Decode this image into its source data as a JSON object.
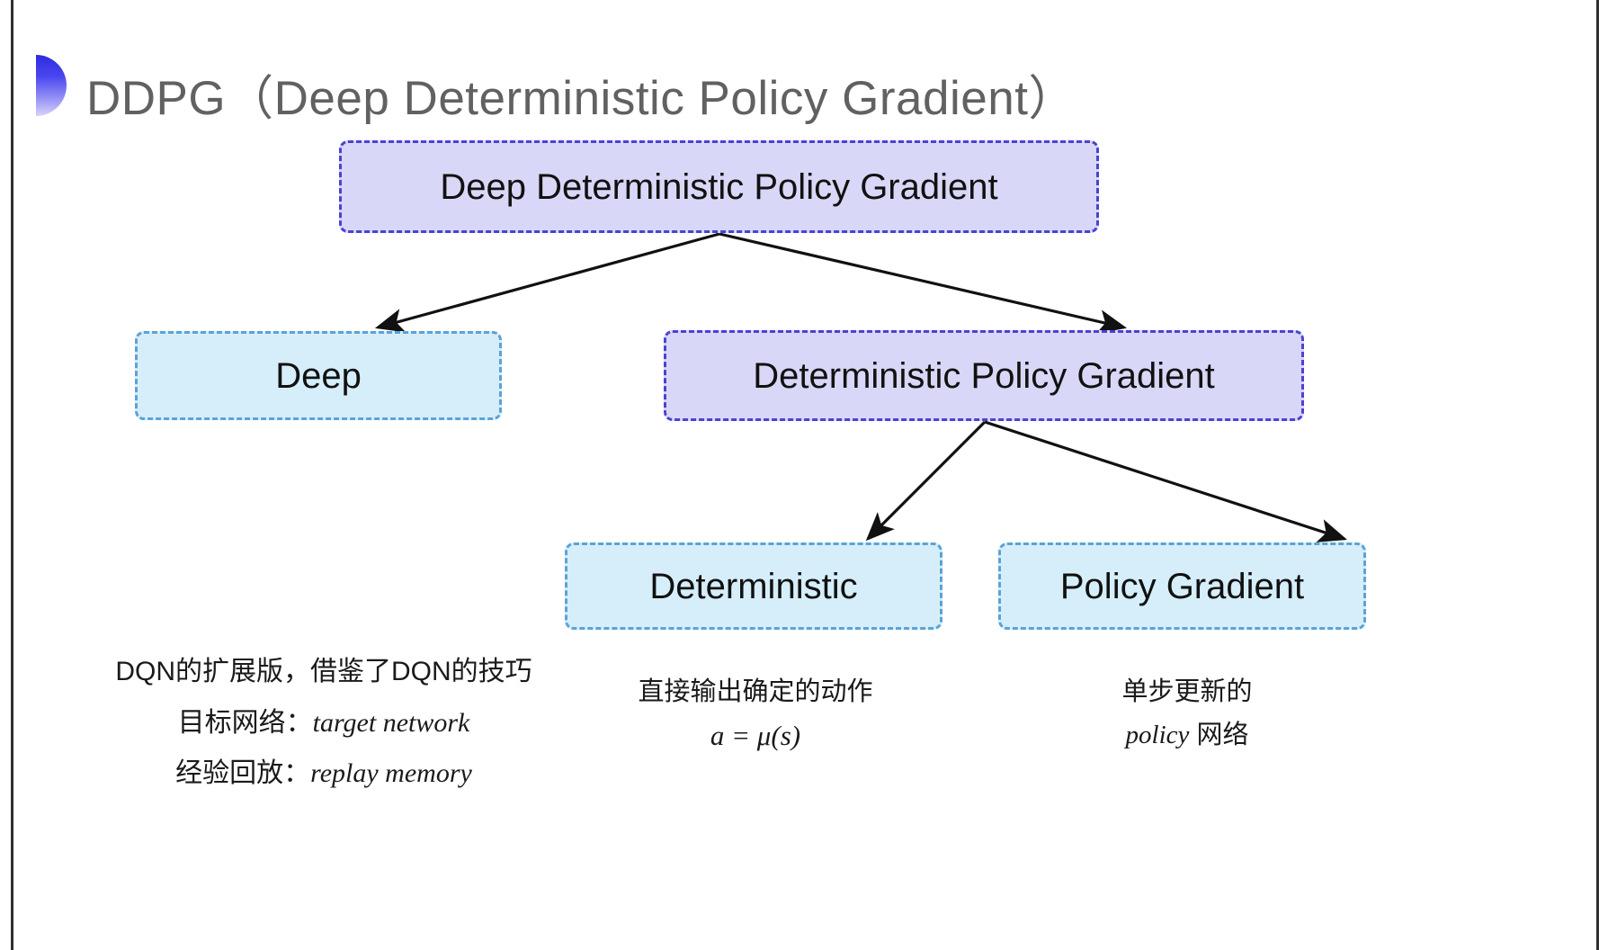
{
  "slide": {
    "title": "DDPG（Deep Deterministic Policy Gradient）",
    "background_color": "#ffffff",
    "frame_color": "#2f2f2f",
    "bullet_gradient_from": "#2b2be0",
    "bullet_gradient_to": "#d6d4fb",
    "title_color": "#616161"
  },
  "palette": {
    "purple_fill": "#d9d7f7",
    "purple_border": "#4a42d4",
    "cyan_fill": "#d5eefa",
    "cyan_border": "#5ba3d7",
    "arrow_color": "#111111"
  },
  "diagram": {
    "type": "tree",
    "nodes": [
      {
        "id": "root",
        "label": "Deep Deterministic Policy Gradient",
        "style": "purple",
        "level": 0
      },
      {
        "id": "deep",
        "label": "Deep",
        "style": "cyan",
        "level": 1
      },
      {
        "id": "dpg",
        "label": "Deterministic Policy Gradient",
        "style": "purple",
        "level": 1
      },
      {
        "id": "deterministic",
        "label": "Deterministic",
        "style": "cyan",
        "level": 2
      },
      {
        "id": "policy_gradient",
        "label": "Policy Gradient",
        "style": "cyan",
        "level": 2
      }
    ],
    "edges": [
      {
        "from": "root",
        "to": "deep"
      },
      {
        "from": "root",
        "to": "dpg"
      },
      {
        "from": "dpg",
        "to": "deterministic"
      },
      {
        "from": "dpg",
        "to": "policy_gradient"
      }
    ]
  },
  "captions": {
    "deep": {
      "lines": [
        "DQN的扩展版，借鉴了DQN的技巧",
        "目标网络：",
        "经验回放："
      ],
      "terms": [
        "target network",
        "replay memory"
      ]
    },
    "deterministic": {
      "line1": "直接输出确定的动作",
      "formula": "a = μ(s)"
    },
    "policy_gradient": {
      "line1": "单步更新的",
      "term": "policy",
      "line2": " 网络"
    }
  }
}
